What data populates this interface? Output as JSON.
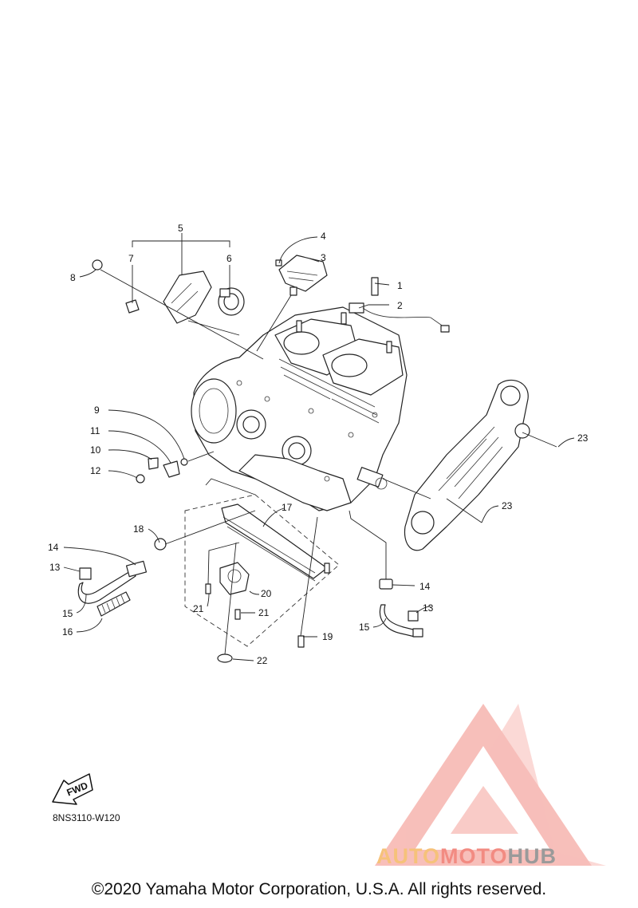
{
  "diagram": {
    "callouts": [
      "1",
      "2",
      "3",
      "4",
      "5",
      "6",
      "7",
      "8",
      "9",
      "10",
      "11",
      "12",
      "13",
      "13",
      "14",
      "14",
      "15",
      "15",
      "16",
      "17",
      "18",
      "19",
      "20",
      "21",
      "21",
      "22",
      "23",
      "23"
    ],
    "drawing_code": "8NS3110-W120",
    "fwd_label": "FWD"
  },
  "watermark": {
    "part1": "AUTO",
    "part2": "MOTO",
    "part3": "HUB",
    "colors": [
      "#f6c27a",
      "#f28b82",
      "#9a9a9a"
    ]
  },
  "footer": {
    "copyright": "©2020 Yamaha Motor Corporation, U.S.A. All rights reserved."
  }
}
